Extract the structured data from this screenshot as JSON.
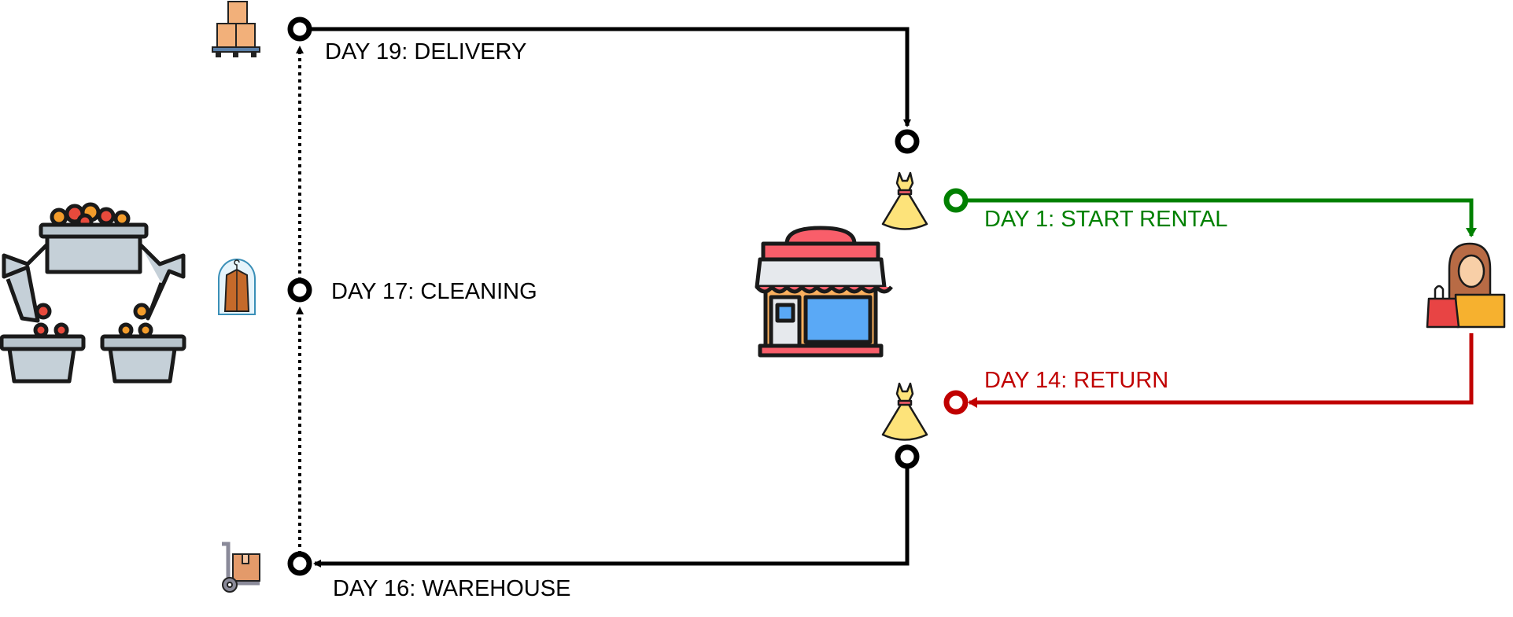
{
  "steps": {
    "start_rental": "DAY 1: START RENTAL",
    "return": "DAY 14: RETURN",
    "warehouse": "DAY 16: WAREHOUSE",
    "cleaning": "DAY 17: CLEANING",
    "delivery": "DAY 19: DELIVERY"
  },
  "colors": {
    "rental": "#008000",
    "return": "#c00000",
    "logistics": "#000000"
  },
  "icons": [
    "boxes-pallet-icon",
    "dry-cleaning-coat-icon",
    "hand-truck-icon",
    "sorting-machine-icon",
    "store-icon",
    "dress-icon",
    "shopper-woman-icon"
  ]
}
